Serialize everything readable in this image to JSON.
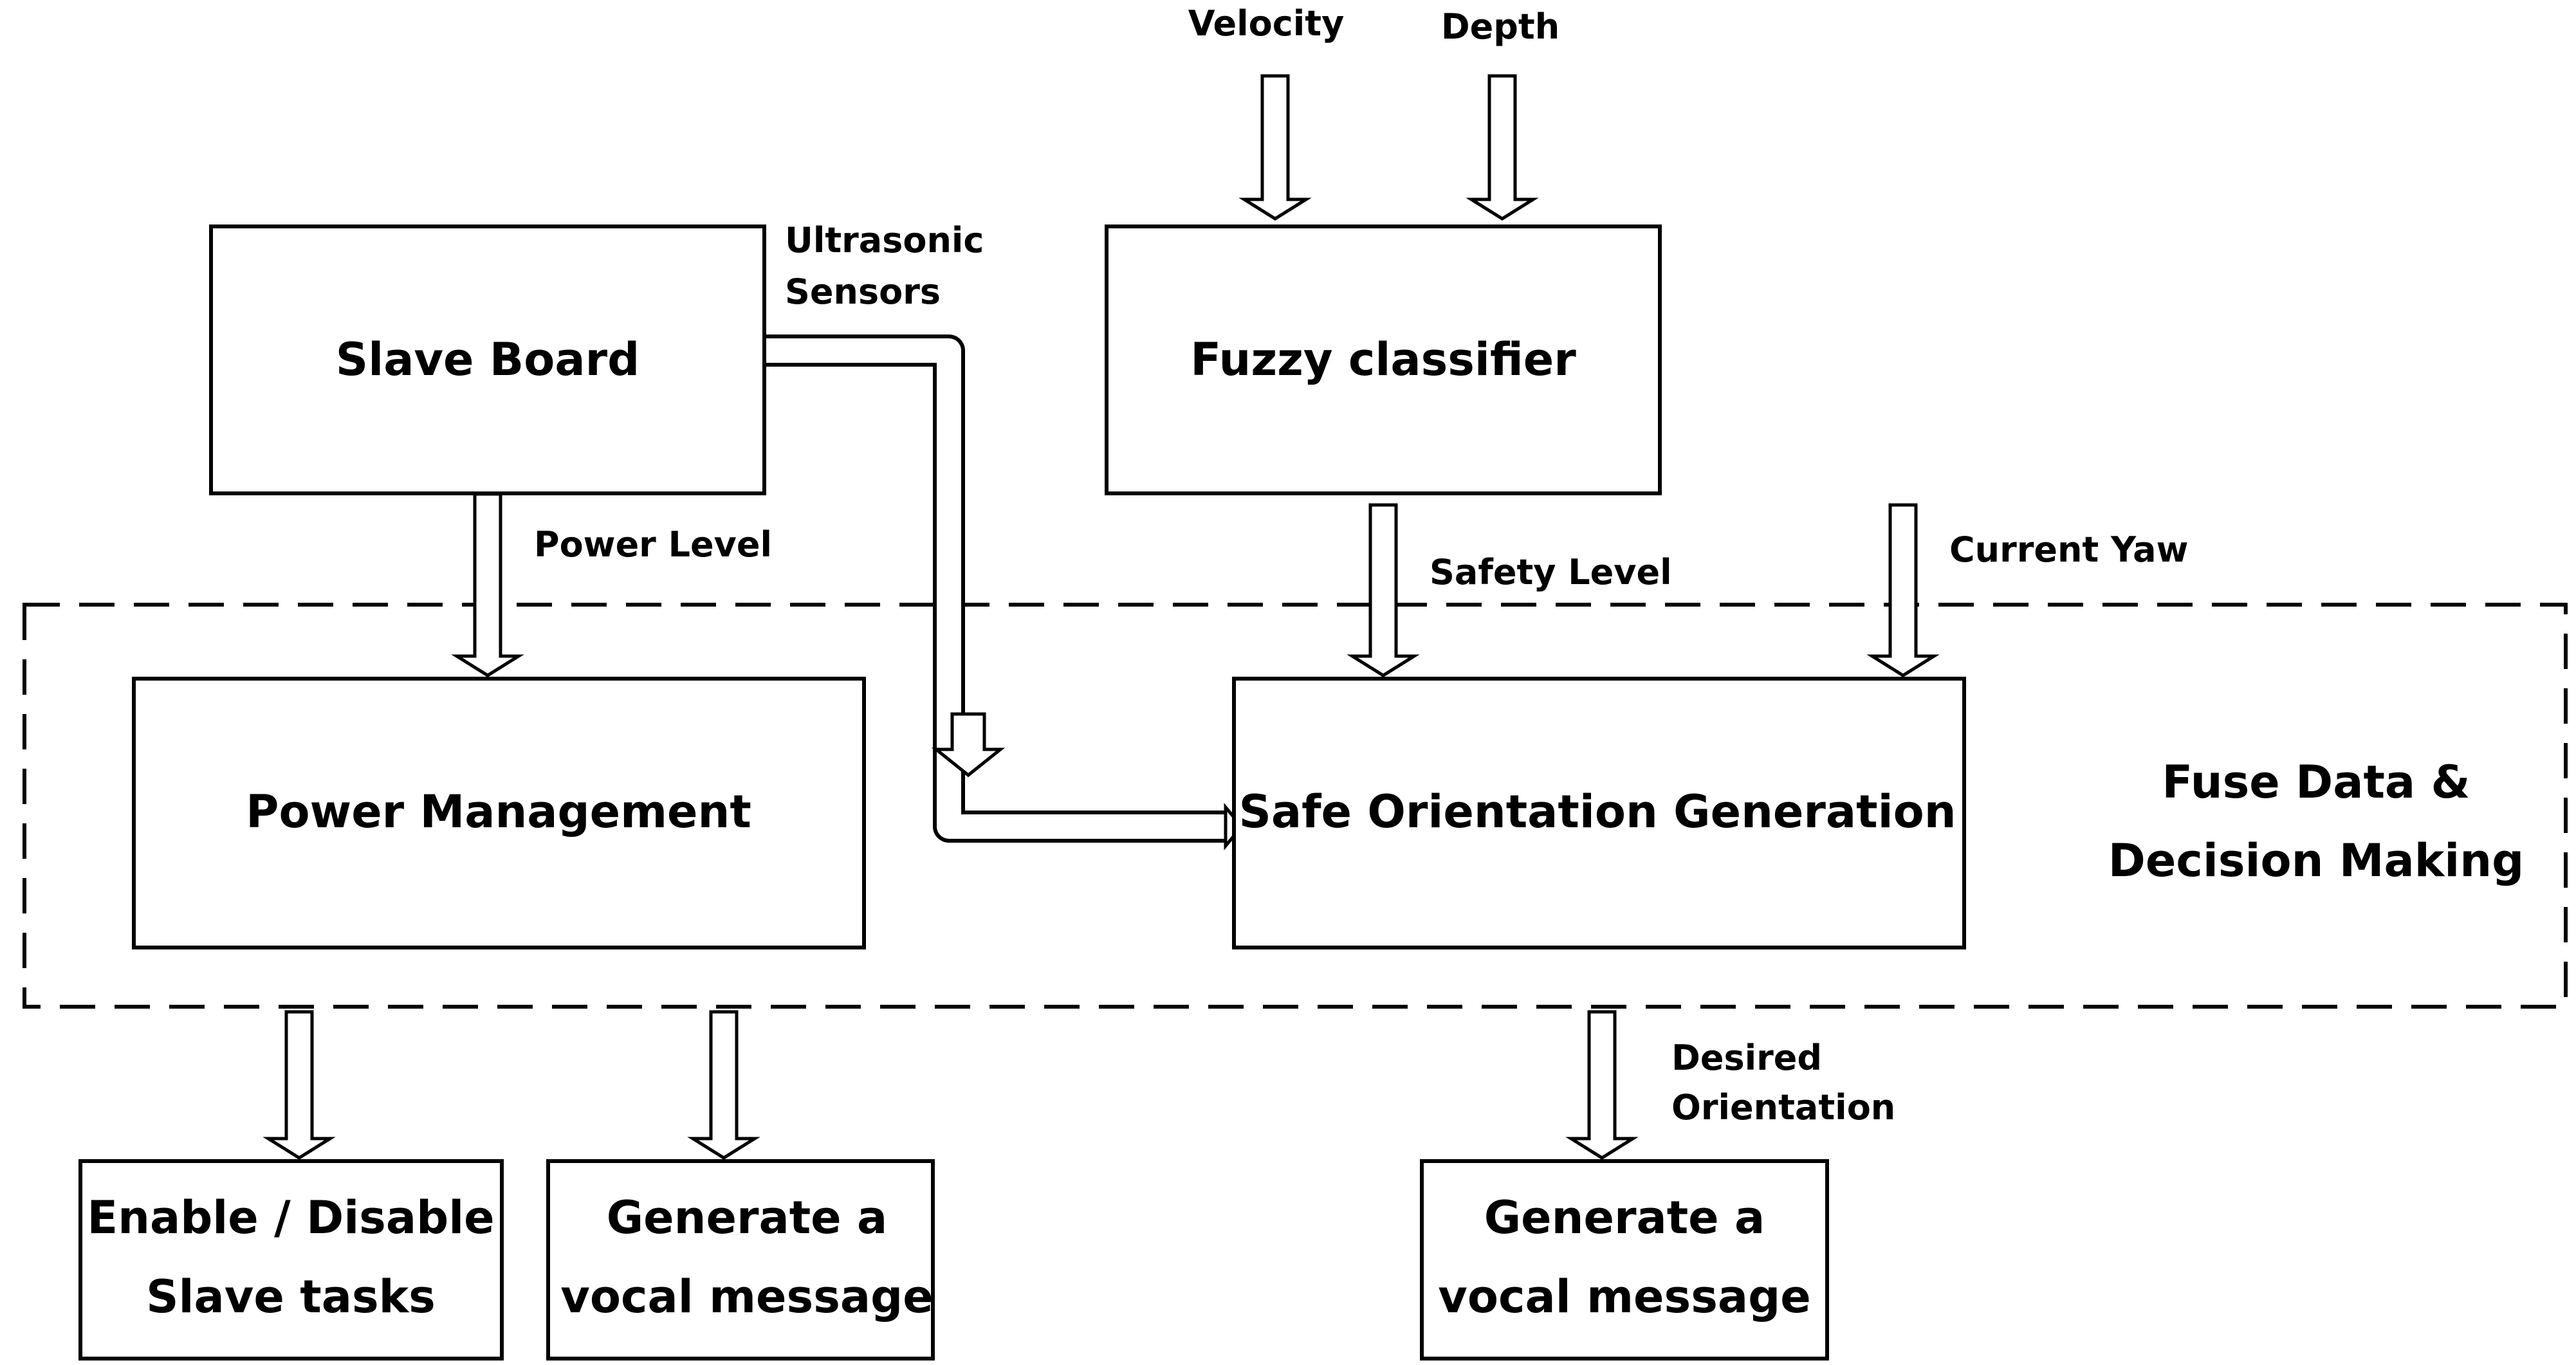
{
  "nodes": {
    "slave_board": "Slave Board",
    "fuzzy_classifier": "Fuzzy classifier",
    "power_management": "Power Management",
    "safe_orientation": "Safe Orientation Generation",
    "enable_disable": [
      "Enable / Disable",
      "Slave tasks"
    ],
    "vocal_message_left": [
      "Generate a",
      "vocal message"
    ],
    "vocal_message_right": [
      "Generate a",
      "vocal message"
    ]
  },
  "group": {
    "label": [
      "Fuse Data &",
      "Decision Making"
    ]
  },
  "edges": {
    "velocity": "Velocity",
    "depth": "Depth",
    "ultrasonic": [
      "Ultrasonic",
      "Sensors"
    ],
    "power_level": "Power Level",
    "safety_level": "Safety Level",
    "current_yaw": "Current Yaw",
    "desired_orientation": [
      "Desired",
      "Orientation"
    ]
  }
}
